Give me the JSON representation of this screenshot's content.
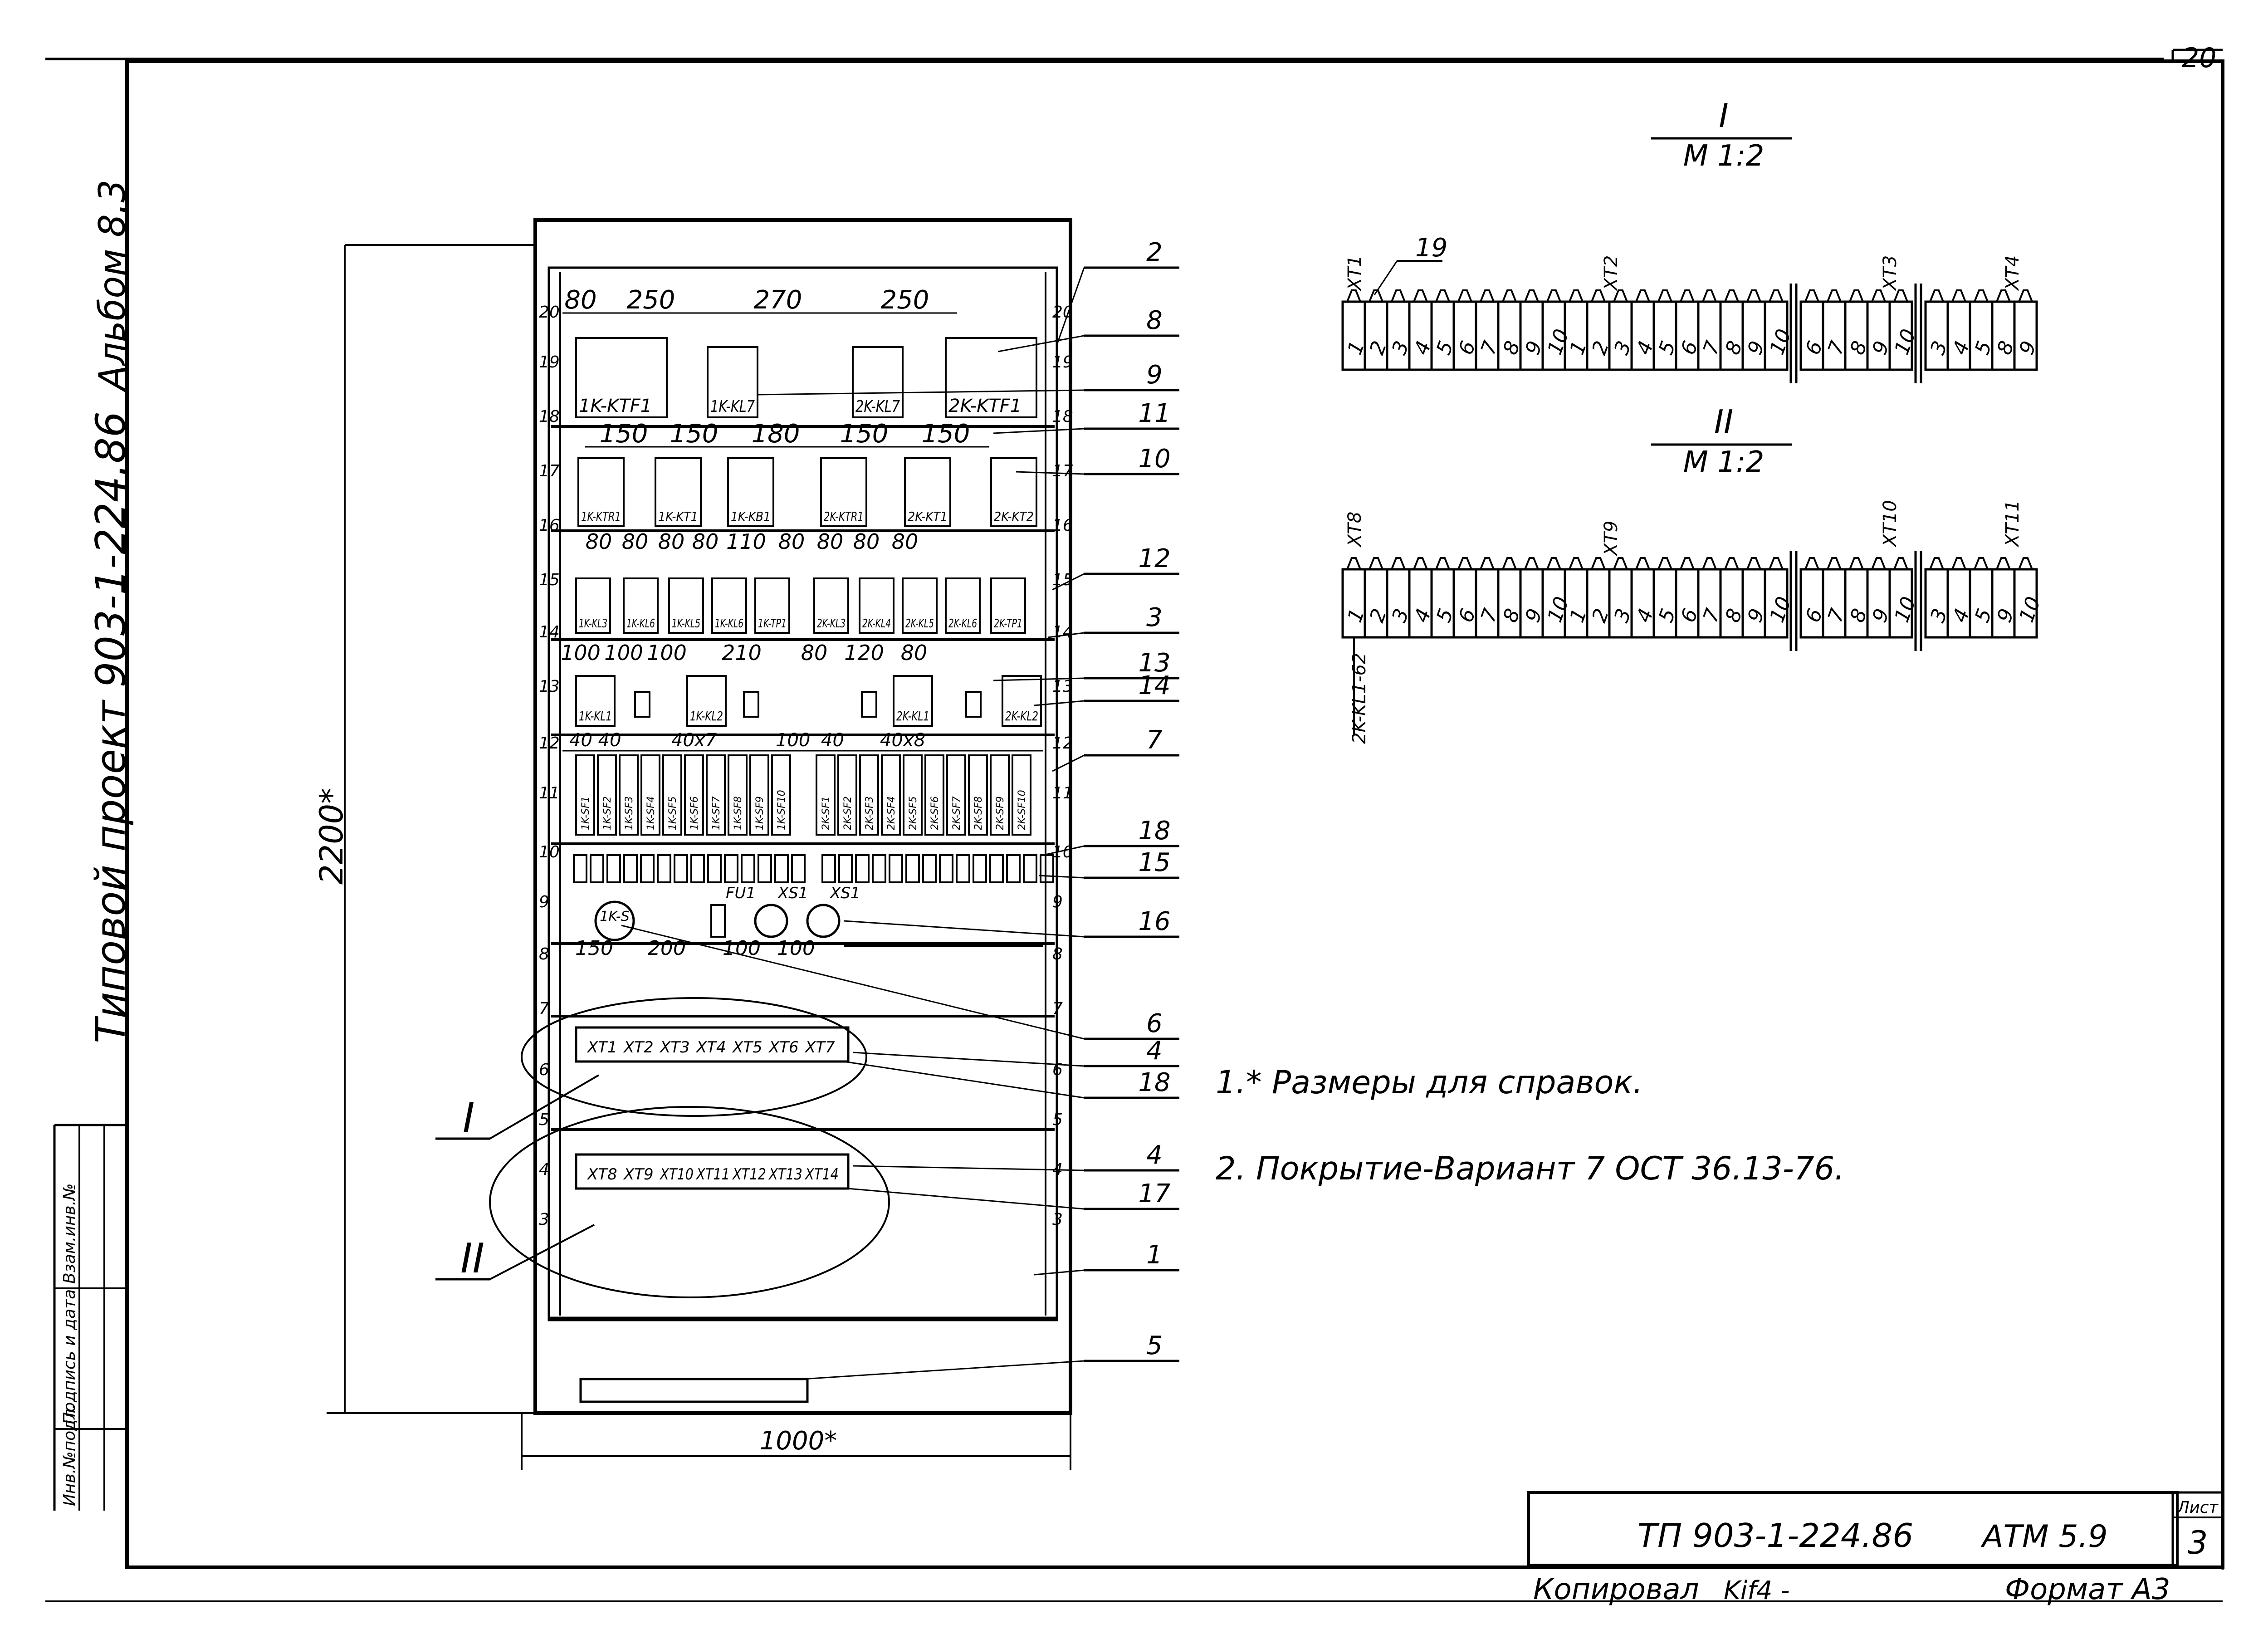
{
  "sheet": {
    "page_corner": "20",
    "album": "Альбом 8.3",
    "project": "Типовой проект 903-1-224.86",
    "stamp_fields": [
      "Инв.№подл.",
      "Подпись и дата",
      "Взам.инв.№"
    ],
    "designation": "ТП 903-1-224.86",
    "code": "АТМ 5.9",
    "sheet_label": "Лист",
    "sheet_number": "3",
    "copied": "Копировал",
    "copied_sign": "Kif4 -",
    "format": "Формат А3"
  },
  "notes": [
    "1.* Размеры для справок.",
    "2. Покрытие-Вариант 7 ОСТ 36.13-76."
  ],
  "cabinet": {
    "height_dim": "2200*",
    "width_dim": "1000*",
    "rail_numbers": [
      "20",
      "19",
      "18",
      "17",
      "16",
      "15",
      "14",
      "13",
      "12",
      "11",
      "10",
      "9",
      "8",
      "7",
      "6",
      "5",
      "4",
      "3"
    ],
    "row1_dims": [
      "80",
      "250",
      "270",
      "250"
    ],
    "row1_devices": [
      "1K-KTF1",
      "1K-KL7",
      "2K-KL7",
      "2K-KTF1"
    ],
    "row2_dims": [
      "150",
      "150",
      "180",
      "150",
      "150"
    ],
    "row2_devices": [
      "1K-KTR1",
      "1K-KT1",
      "1K-KB1",
      "2K-KTR1",
      "2K-KT1",
      "2K-KT2"
    ],
    "row3_dims": [
      "80",
      "80",
      "80",
      "80",
      "110",
      "80",
      "80",
      "80",
      "80"
    ],
    "row3_devices": [
      "1K-KL3",
      "1K-KL6",
      "1K-KL5",
      "1K-KL6",
      "1K-TP1",
      "2K-KL3",
      "2K-KL4",
      "2K-KL5",
      "2K-KL6",
      "2K-TP1"
    ],
    "row4_dims": [
      "100",
      "100",
      "100",
      "210",
      "80",
      "120",
      "80"
    ],
    "row4_devices": [
      "1K-KL1",
      "1K-KL2",
      "2K-KL1",
      "2K-KL2"
    ],
    "row5_dims": [
      "40",
      "40",
      "40x7",
      "100",
      "40",
      "40x8"
    ],
    "row5_devices": [
      "1K-SF1",
      "1K-SF2",
      "1K-SF3",
      "1K-SF4",
      "1K-SF5",
      "1K-SF6",
      "1K-SF7",
      "1K-SF8",
      "1K-SF9",
      "1K-SF10",
      "2K-SF1",
      "2K-SF2",
      "2K-SF3",
      "2K-SF4",
      "2K-SF5",
      "2K-SF6",
      "2K-SF7",
      "2K-SF8",
      "2K-SF9",
      "2K-SF10"
    ],
    "row7_devices": [
      "1K-S",
      "FU1",
      "XS1",
      "XS1"
    ],
    "row7_dims": [
      "150",
      "200",
      "100",
      "100"
    ],
    "block1": [
      "XT1",
      "XT2",
      "XT3",
      "XT4",
      "XT5",
      "XT6",
      "XT7"
    ],
    "block2": [
      "XT8",
      "XT9",
      "XT10",
      "XT11",
      "XT12",
      "XT13",
      "XT14"
    ],
    "views": [
      "I",
      "II"
    ]
  },
  "callouts": [
    "2",
    "8",
    "9",
    "11",
    "10",
    "12",
    "3",
    "13",
    "14",
    "7",
    "18",
    "15",
    "16",
    "6",
    "4",
    "18",
    "4",
    "17",
    "1",
    "5"
  ],
  "detail_I": {
    "title": "I",
    "scale": "М 1:2",
    "item": "19",
    "strip_labels": [
      "XT1",
      "XT2",
      "XT3",
      "XT4"
    ],
    "terminals": [
      "1",
      "2",
      "3",
      "4",
      "5",
      "6",
      "7",
      "8",
      "9",
      "10",
      "1",
      "2",
      "3",
      "4",
      "5",
      "6",
      "7",
      "8",
      "9",
      "10",
      "6",
      "7",
      "8",
      "9",
      "10",
      "3",
      "4",
      "5",
      "8",
      "9"
    ]
  },
  "detail_II": {
    "title": "II",
    "scale": "М 1:2",
    "strip_labels": [
      "XT8",
      "XT9",
      "XT10",
      "XT11"
    ],
    "side_label": "2K-KL1-62",
    "terminals": [
      "1",
      "2",
      "3",
      "4",
      "5",
      "6",
      "7",
      "8",
      "9",
      "10",
      "1",
      "2",
      "3",
      "4",
      "5",
      "6",
      "7",
      "8",
      "9",
      "10",
      "6",
      "7",
      "8",
      "9",
      "10",
      "3",
      "4",
      "5",
      "9",
      "10"
    ]
  }
}
